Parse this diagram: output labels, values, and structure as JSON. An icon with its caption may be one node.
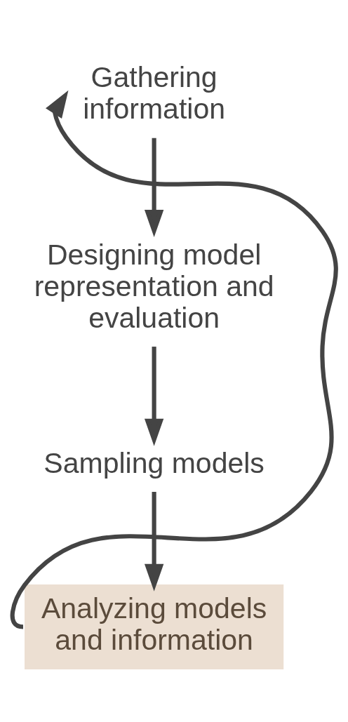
{
  "diagram": {
    "nodes": [
      {
        "text": [
          "Gathering information"
        ]
      },
      {
        "text": [
          "Designing model representation and evaluation"
        ]
      },
      {
        "text": [
          "Sampling models"
        ]
      },
      {
        "text": [
          "Analyzing models and information"
        ]
      }
    ],
    "edges": [
      {
        "from": 0,
        "to": 1,
        "arrow": "to"
      },
      {
        "from": 1,
        "to": 2,
        "arrow": "to"
      },
      {
        "from": 2,
        "to": 3,
        "arrow": "to"
      },
      {
        "from": 3,
        "to": 0,
        "arrow": "to"
      }
    ]
  }
}
